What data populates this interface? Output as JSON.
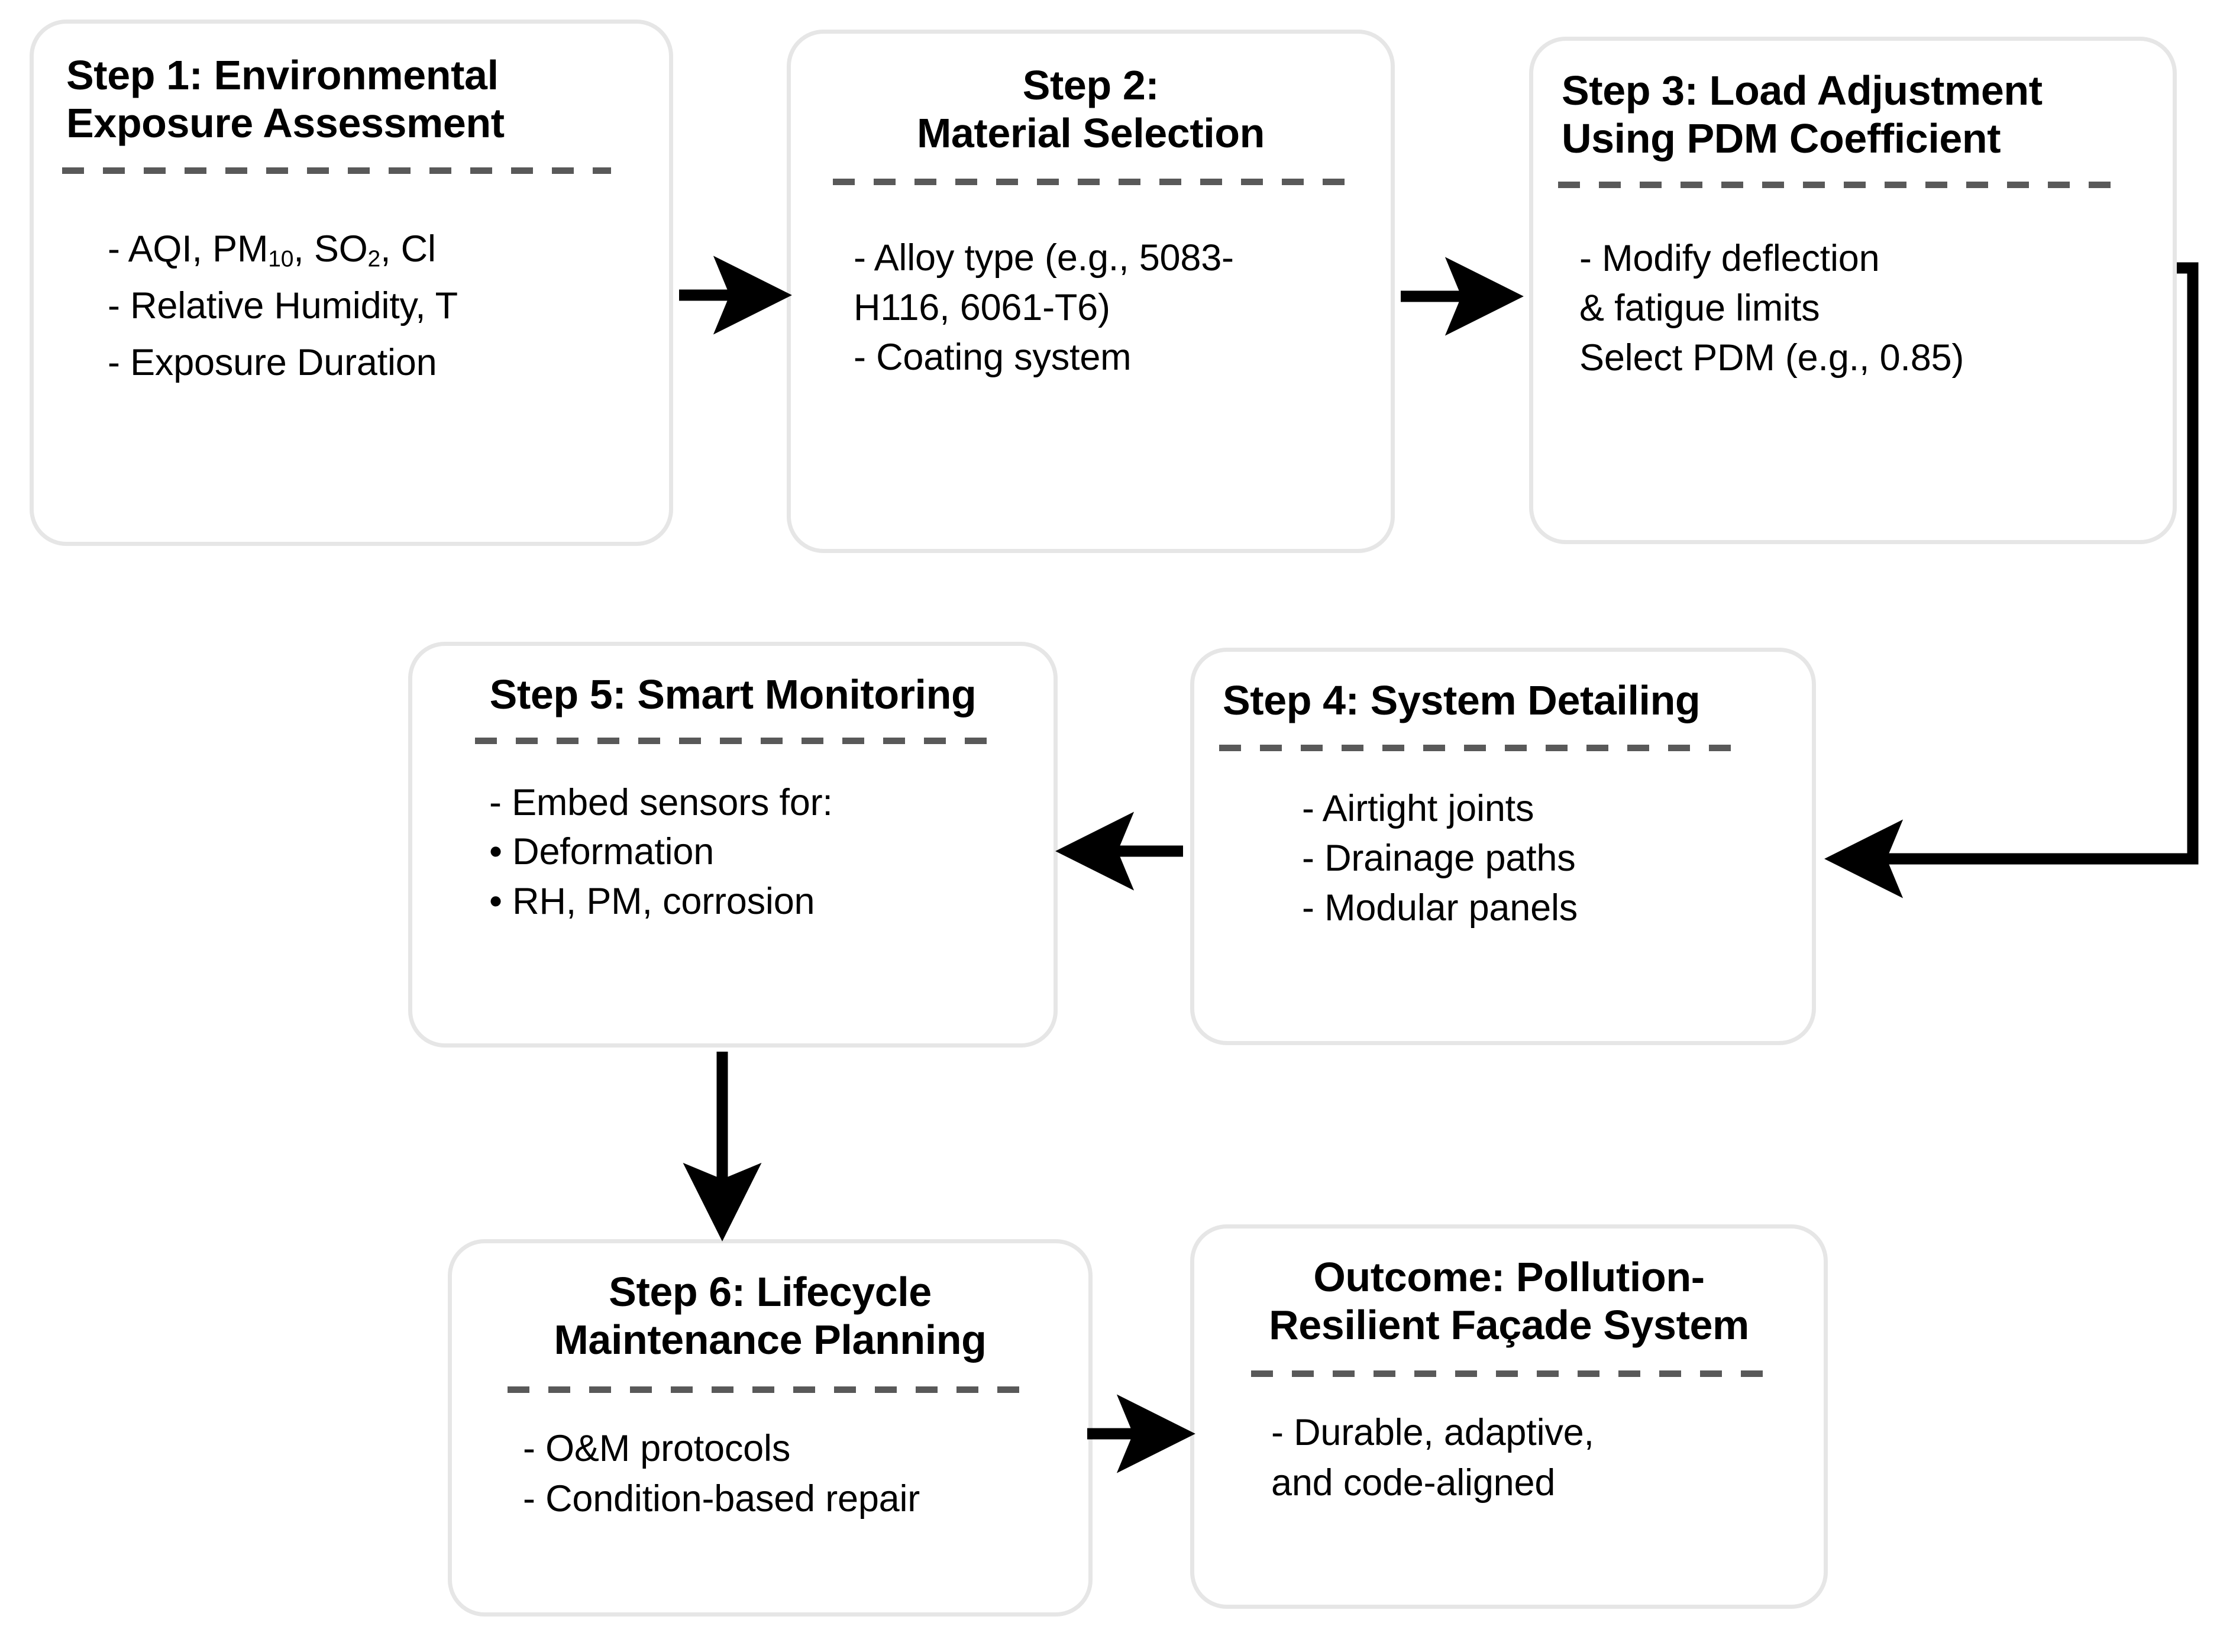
{
  "diagram": {
    "type": "flowchart",
    "orientation": "serpentine",
    "nodes": [
      {
        "id": "step1",
        "title": "Step 1: Environmental\nExposure Assessment",
        "body_html": "- AQI, PM<sub>10</sub>, SO<sub>2</sub>, Cl\n- Relative Humidity, T\n- Exposure Duration",
        "body_text": "- AQI, PM10, SO2, Cl\n- Relative Humidity, T\n- Exposure Duration"
      },
      {
        "id": "step2",
        "title": "Step 2:\nMaterial Selection",
        "body_text": "- Alloy type (e.g., 5083-\nH116, 6061-T6)\n- Coating system"
      },
      {
        "id": "step3",
        "title": "Step 3: Load Adjustment\nUsing PDM Coefficient",
        "body_text": "- Modify deflection\n& fatigue limits\nSelect PDM (e.g., 0.85)"
      },
      {
        "id": "step4",
        "title": "Step 4: System Detailing",
        "body_text": "- Airtight joints\n- Drainage paths\n- Modular panels"
      },
      {
        "id": "step5",
        "title": "Step 5: Smart Monitoring",
        "body_text": "- Embed sensors for:\n• Deformation\n• RH, PM, corrosion"
      },
      {
        "id": "step6",
        "title": "Step 6: Lifecycle\nMaintenance Planning",
        "body_text": "- O&M protocols\n - Condition-based repair"
      },
      {
        "id": "outcome",
        "title": "Outcome: Pollution-\nResilient Façade System",
        "body_text": "- Durable, adaptive,\nand code-aligned"
      }
    ],
    "connectors": [
      {
        "id": "c1",
        "from": "step1",
        "to": "step2",
        "direction": "right"
      },
      {
        "id": "c2",
        "from": "step2",
        "to": "step3",
        "direction": "right"
      },
      {
        "id": "c3",
        "from": "step3",
        "to": "step4",
        "direction": "elbow-right-down-left"
      },
      {
        "id": "c4",
        "from": "step4",
        "to": "step5",
        "direction": "left"
      },
      {
        "id": "c5",
        "from": "step5",
        "to": "step6",
        "direction": "down"
      },
      {
        "id": "c6",
        "from": "step6",
        "to": "outcome",
        "direction": "right"
      }
    ],
    "colors": {
      "box_border": "#e6e6e6",
      "box_fill": "#ffffff",
      "divider": "#595959",
      "text": "#000000",
      "arrow": "#000000",
      "background": "#ffffff"
    }
  }
}
